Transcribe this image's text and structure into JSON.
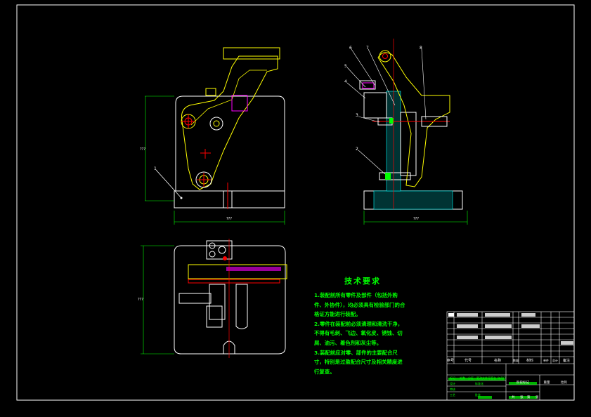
{
  "drawing": {
    "frame_color": "#ffffff",
    "outline_color": "#ffffff",
    "part_color": "#ffff00",
    "red_color": "#ff0000",
    "green_color": "#00ff00",
    "cyan_color": "#00ffff",
    "magenta_color": "#ff00ff"
  },
  "dimensions": {
    "front_width": "???",
    "front_height": "???",
    "side_width": "???",
    "top_height": "???"
  },
  "balloons": {
    "front": [
      "1"
    ],
    "side": [
      "6",
      "7",
      "8",
      "5",
      "4",
      "3",
      "2"
    ]
  },
  "tech_req": {
    "title": "技术要求",
    "lines": [
      "1.装配前所有零件及部件（包括外购件、外协件），均必须具有检验部门的合格证方能进行装配。",
      "2.零件在装配前必须清理和清洗干净，不得有毛刺、飞边、氧化皮、锈蚀、切屑、油污、着色剂和灰尘等。",
      "3.装配前应对零、部件的主要配合尺寸，特别是过盈配合尺寸及相关精度进行复查。"
    ]
  },
  "title_block": {
    "headers": [
      "序号",
      "代号",
      "名称",
      "数量",
      "材料",
      "单件",
      "总计",
      "备注"
    ],
    "bottom": [
      "标记",
      "处数",
      "分区",
      "更改文件号",
      "签名",
      "年月日"
    ],
    "bottom2": [
      "设计",
      "标准化",
      "审核",
      "工艺",
      "批准"
    ],
    "stage": [
      "阶段标记",
      "重量",
      "比例"
    ],
    "sheet": [
      "共",
      "张",
      "第",
      "张"
    ]
  }
}
